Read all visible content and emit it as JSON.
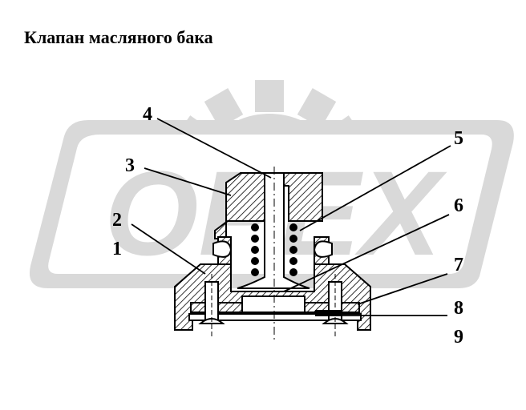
{
  "title": "Клапан масляного бака",
  "watermark": "OPEX",
  "callouts": [
    {
      "id": "1",
      "label": "1"
    },
    {
      "id": "2",
      "label": "2"
    },
    {
      "id": "3",
      "label": "3"
    },
    {
      "id": "4",
      "label": "4"
    },
    {
      "id": "5",
      "label": "5"
    },
    {
      "id": "6",
      "label": "6"
    },
    {
      "id": "7",
      "label": "7"
    },
    {
      "id": "8",
      "label": "8"
    },
    {
      "id": "9",
      "label": "9"
    }
  ],
  "colors": {
    "ink": "#000000",
    "watermark": "#d9d9d9",
    "background": "#ffffff"
  }
}
